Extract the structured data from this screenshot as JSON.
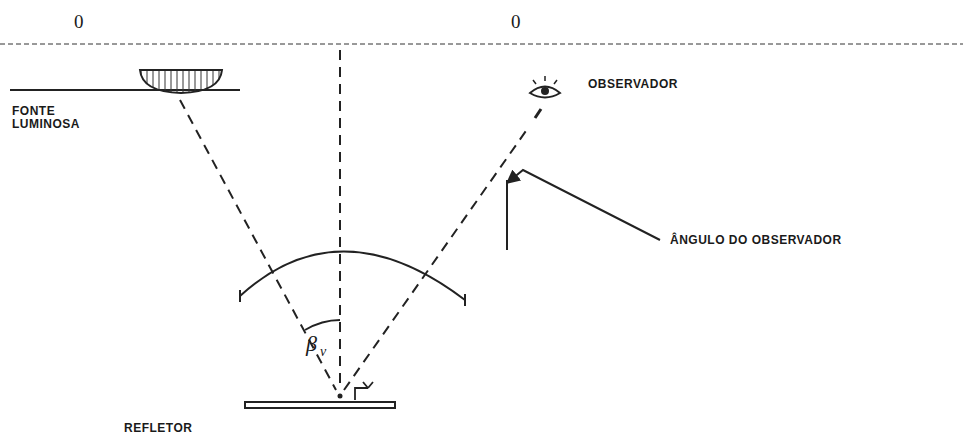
{
  "diagram": {
    "labels": [
      "0",
      "0",
      "FONTE LUMINOSA",
      "OBSERVADOR",
      "ÂNGULO DO OBSERVADOR",
      "β",
      "v",
      "REFLETOR"
    ]
  }
}
